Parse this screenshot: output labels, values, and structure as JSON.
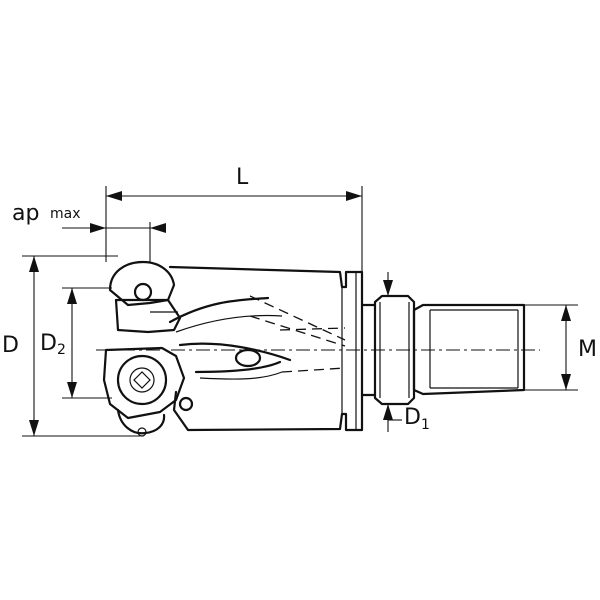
{
  "labels": {
    "L": "L",
    "ap": "ap",
    "ap_sub": "max",
    "D": "D",
    "D2": "D",
    "D2_sub": "2",
    "M": "M",
    "D1": "D",
    "D1_sub": "1"
  }
}
